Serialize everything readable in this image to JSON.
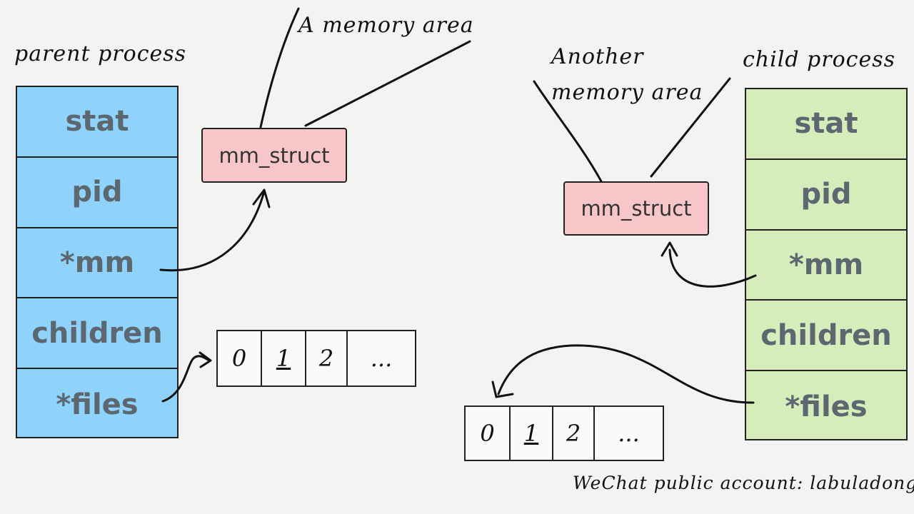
{
  "labels": {
    "parent": "parent process",
    "child": "child process",
    "mem_a": "A memory area",
    "mem_b_line1": "Another",
    "mem_b_line2": "memory area",
    "footer": "WeChat public account: labuladong"
  },
  "parent_fields": [
    "stat",
    "pid",
    "*mm",
    "children",
    "*files"
  ],
  "child_fields": [
    "stat",
    "pid",
    "*mm",
    "children",
    "*files"
  ],
  "mm_struct": {
    "parent": "mm_struct",
    "child": "mm_struct"
  },
  "fd_table": [
    "0",
    "1",
    "2",
    "..."
  ],
  "colors": {
    "parent_fill": "#8fd3fb",
    "child_fill": "#d6edbb",
    "mm_fill": "#f6c6c8",
    "field_text": "#5c6770"
  }
}
